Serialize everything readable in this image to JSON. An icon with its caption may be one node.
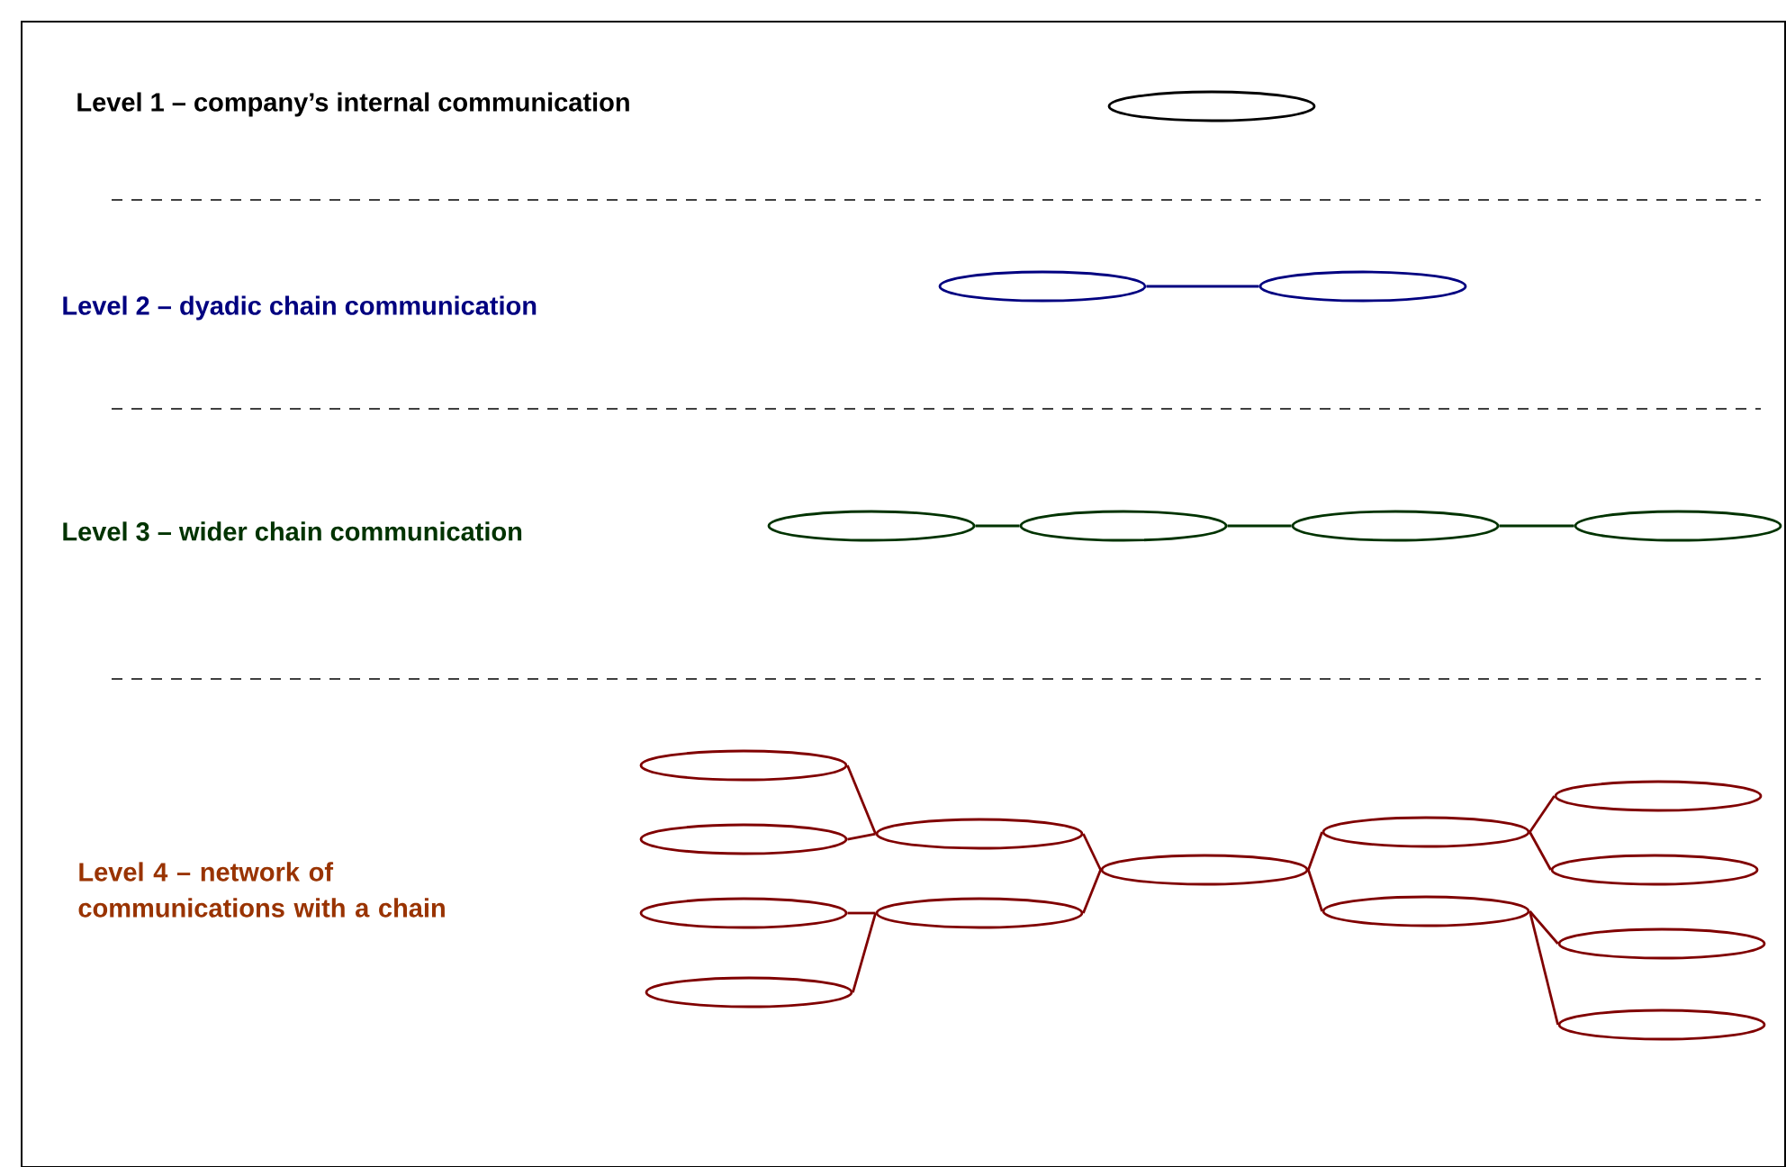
{
  "diagram": {
    "nodes": [
      {
        "text": [],
        "shape": "ellipse"
      },
      {
        "text": [],
        "shape": "ellipse"
      },
      {
        "text": [],
        "shape": "ellipse"
      },
      {
        "text": [],
        "shape": "ellipse"
      },
      {
        "text": [],
        "shape": "ellipse"
      },
      {
        "text": [],
        "shape": "ellipse"
      },
      {
        "text": [],
        "shape": "ellipse"
      },
      {
        "text": [],
        "shape": "ellipse"
      },
      {
        "text": [],
        "shape": "ellipse"
      },
      {
        "text": [],
        "shape": "ellipse"
      },
      {
        "text": [],
        "shape": "ellipse"
      },
      {
        "text": [],
        "shape": "ellipse"
      },
      {
        "text": [],
        "shape": "ellipse"
      },
      {
        "text": [],
        "shape": "ellipse"
      },
      {
        "text": [],
        "shape": "ellipse"
      },
      {
        "text": [],
        "shape": "ellipse"
      },
      {
        "text": [],
        "shape": "ellipse"
      },
      {
        "text": [],
        "shape": "ellipse"
      },
      {
        "text": [],
        "shape": "ellipse"
      },
      {
        "text": [],
        "shape": "ellipse"
      }
    ],
    "edges": [
      {
        "from": 1,
        "to": 2,
        "arrow": "none",
        "color": "#000080"
      },
      {
        "from": 3,
        "to": 4,
        "arrow": "none",
        "color": "#003300"
      },
      {
        "from": 4,
        "to": 5,
        "arrow": "none",
        "color": "#003300"
      },
      {
        "from": 5,
        "to": 6,
        "arrow": "none",
        "color": "#003300"
      },
      {
        "from": 7,
        "to": 11,
        "arrow": "none",
        "color": "#800000"
      },
      {
        "from": 8,
        "to": 11,
        "arrow": "none",
        "color": "#800000"
      },
      {
        "from": 9,
        "to": 12,
        "arrow": "none",
        "color": "#800000"
      },
      {
        "from": 10,
        "to": 12,
        "arrow": "none",
        "color": "#800000"
      },
      {
        "from": 11,
        "to": 13,
        "arrow": "none",
        "color": "#800000"
      },
      {
        "from": 12,
        "to": 13,
        "arrow": "none",
        "color": "#800000"
      },
      {
        "from": 13,
        "to": 14,
        "arrow": "none",
        "color": "#800000"
      },
      {
        "from": 13,
        "to": 15,
        "arrow": "none",
        "color": "#800000"
      },
      {
        "from": 14,
        "to": 16,
        "arrow": "none",
        "color": "#800000"
      },
      {
        "from": 14,
        "to": 17,
        "arrow": "none",
        "color": "#800000"
      },
      {
        "from": 15,
        "to": 18,
        "arrow": "none",
        "color": "#800000"
      },
      {
        "from": 15,
        "to": 19,
        "arrow": "none",
        "color": "#800000"
      }
    ],
    "labels": [
      "Level 1 – company’s internal communication",
      "Level 2 – dyadic chain communication",
      "Level 3 – wider chain communication",
      "Level 4 – network of communications with a chain"
    ]
  }
}
